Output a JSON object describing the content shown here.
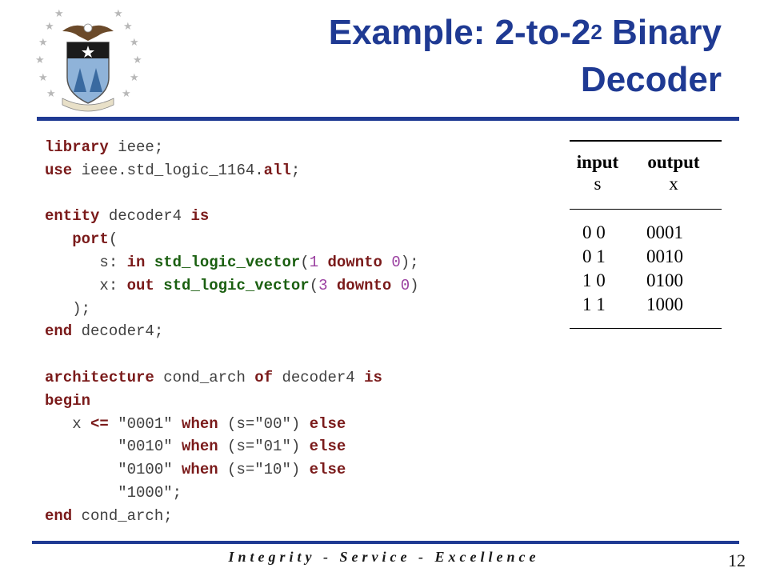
{
  "title": {
    "line1_pre": "Example: 2-to-2",
    "line1_sup": "2",
    "line1_post": " Binary",
    "line2": "Decoder"
  },
  "code": [
    [
      {
        "t": "library",
        "c": "kw"
      },
      {
        "t": " ieee;"
      }
    ],
    [
      {
        "t": "use",
        "c": "kw"
      },
      {
        "t": " ieee.std_logic_1164."
      },
      {
        "t": "all",
        "c": "kw"
      },
      {
        "t": ";"
      }
    ],
    [
      {
        "t": ""
      }
    ],
    [
      {
        "t": "entity",
        "c": "kw"
      },
      {
        "t": " decoder4 "
      },
      {
        "t": "is",
        "c": "kw"
      }
    ],
    [
      {
        "t": "   "
      },
      {
        "t": "port",
        "c": "kw"
      },
      {
        "t": "("
      }
    ],
    [
      {
        "t": "      s: "
      },
      {
        "t": "in",
        "c": "kw"
      },
      {
        "t": " "
      },
      {
        "t": "std_logic_vector",
        "c": "ty"
      },
      {
        "t": "("
      },
      {
        "t": "1",
        "c": "nm"
      },
      {
        "t": " "
      },
      {
        "t": "downto",
        "c": "kw"
      },
      {
        "t": " "
      },
      {
        "t": "0",
        "c": "nm"
      },
      {
        "t": ");"
      }
    ],
    [
      {
        "t": "      x: "
      },
      {
        "t": "out",
        "c": "kw"
      },
      {
        "t": " "
      },
      {
        "t": "std_logic_vector",
        "c": "ty"
      },
      {
        "t": "("
      },
      {
        "t": "3",
        "c": "nm"
      },
      {
        "t": " "
      },
      {
        "t": "downto",
        "c": "kw"
      },
      {
        "t": " "
      },
      {
        "t": "0",
        "c": "nm"
      },
      {
        "t": ")"
      }
    ],
    [
      {
        "t": "   );"
      }
    ],
    [
      {
        "t": "end",
        "c": "kw"
      },
      {
        "t": " decoder4;"
      }
    ],
    [
      {
        "t": ""
      }
    ],
    [
      {
        "t": "architecture",
        "c": "kw"
      },
      {
        "t": " cond_arch "
      },
      {
        "t": "of",
        "c": "kw"
      },
      {
        "t": " decoder4 "
      },
      {
        "t": "is",
        "c": "kw"
      }
    ],
    [
      {
        "t": "begin",
        "c": "kw"
      }
    ],
    [
      {
        "t": "   x "
      },
      {
        "t": "<=",
        "c": "kw"
      },
      {
        "t": " \"0001\" "
      },
      {
        "t": "when",
        "c": "kw"
      },
      {
        "t": " (s=\"00\") "
      },
      {
        "t": "else",
        "c": "kw"
      }
    ],
    [
      {
        "t": "        \"0010\" "
      },
      {
        "t": "when",
        "c": "kw"
      },
      {
        "t": " (s=\"01\") "
      },
      {
        "t": "else",
        "c": "kw"
      }
    ],
    [
      {
        "t": "        \"0100\" "
      },
      {
        "t": "when",
        "c": "kw"
      },
      {
        "t": " (s=\"10\") "
      },
      {
        "t": "else",
        "c": "kw"
      }
    ],
    [
      {
        "t": "        \"1000\";"
      }
    ],
    [
      {
        "t": "end",
        "c": "kw"
      },
      {
        "t": " cond_arch;"
      }
    ]
  ],
  "truth_table": {
    "headers": [
      "input",
      "output"
    ],
    "subheaders": [
      "s",
      "x"
    ],
    "rows": [
      [
        "0 0",
        "0001"
      ],
      [
        "0 1",
        "0010"
      ],
      [
        "1 0",
        "0100"
      ],
      [
        "1 1",
        "1000"
      ]
    ]
  },
  "footer": "Integrity - Service - Excellence",
  "page_number": "12",
  "logo": "air-force-academy-crest-icon",
  "colors": {
    "title": "#1f3a93",
    "rule": "#1f3a93",
    "keyword": "#7a1a1a",
    "type": "#1a5f10",
    "number": "#9a3fa0"
  }
}
